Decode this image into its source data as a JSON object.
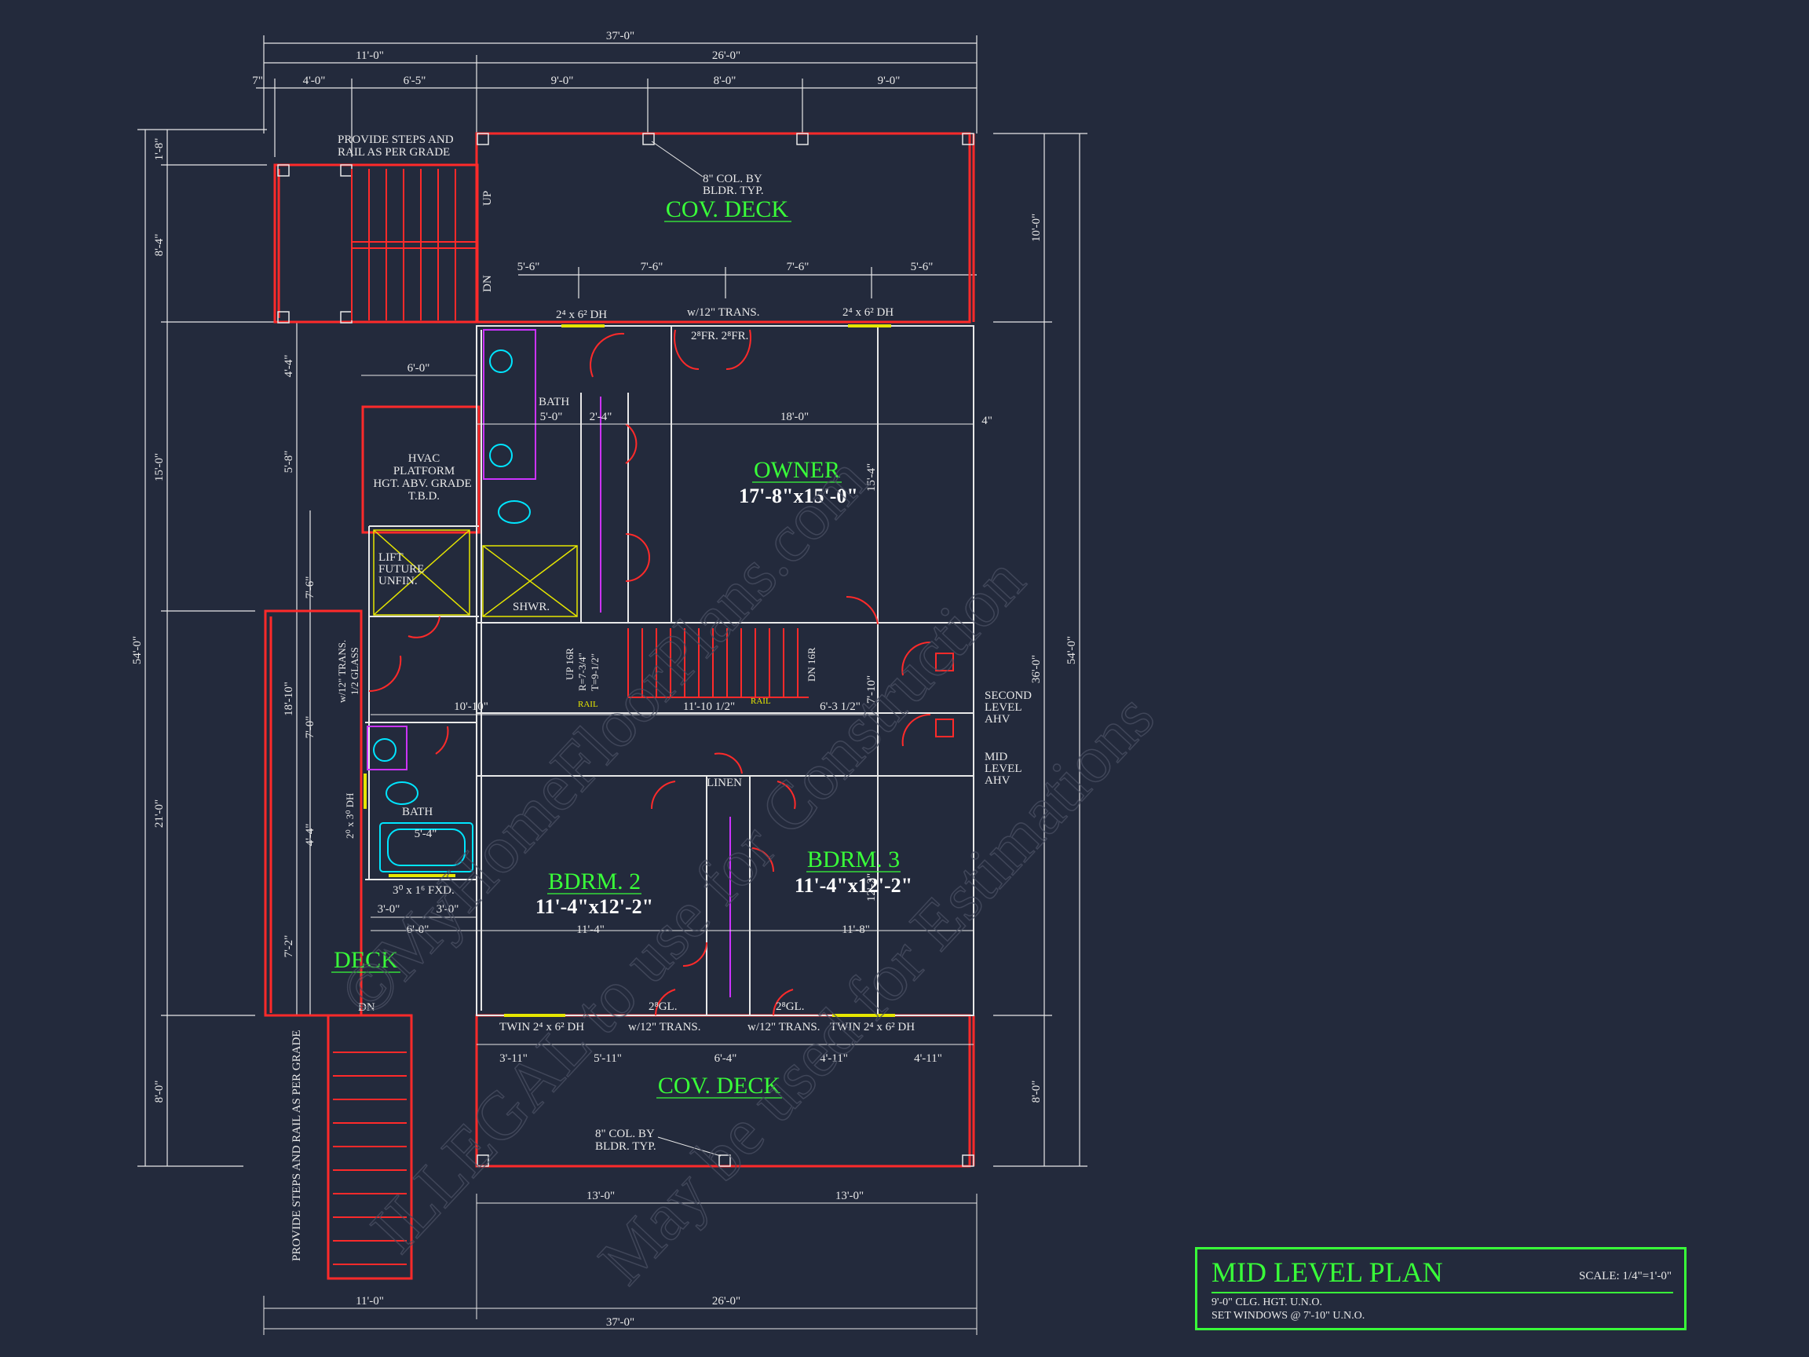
{
  "title_block": {
    "title": "MID LEVEL PLAN",
    "scale": "SCALE: 1/4\"=1'-0\"",
    "note1": "9'-0\" CLG. HGT. U.N.O.",
    "note2": "SET WINDOWS @ 7'-10\" U.N.O."
  },
  "rooms": {
    "cov_deck_top": "COV. DECK",
    "cov_deck_bottom": "COV. DECK",
    "owner": "OWNER",
    "owner_size": "17'-8\"x15'-0\"",
    "bdrm2": "BDRM. 2",
    "bdrm2_size": "11'-4\"x12'-2\"",
    "bdrm3": "BDRM. 3",
    "bdrm3_size": "11'-4\"x12'-2\"",
    "deck": "DECK",
    "bath_top": "BATH",
    "bath_bottom": "BATH",
    "shwr": "SHWR.",
    "linen": "LINEN"
  },
  "notes": {
    "steps_top_1": "PROVIDE STEPS AND",
    "steps_top_2": "RAIL AS PER GRADE",
    "col_top_1": "8\" COL. BY",
    "col_top_2": "BLDR. TYP.",
    "col_bot_1": "8\" COL. BY",
    "col_bot_2": "BLDR. TYP.",
    "hvac_1": "HVAC",
    "hvac_2": "PLATFORM",
    "hvac_3": "HGT. ABV. GRADE",
    "hvac_4": "T.B.D.",
    "lift_1": "LIFT",
    "lift_2": "FUTURE",
    "lift_3": "UNFIN.",
    "up": "UP",
    "dn": "DN",
    "dn_deck": "DN",
    "second_ahv_1": "SECOND",
    "second_ahv_2": "LEVEL",
    "second_ahv_3": "AHV",
    "mid_ahv_1": "MID",
    "mid_ahv_2": "LEVEL",
    "mid_ahv_3": "AHV",
    "win_top_left": "2⁴ x 6² DH",
    "win_top_right": "2⁴ x 6² DH",
    "win_trans_top": "w/12\" TRANS.",
    "fr_doors": "2⁸FR.  2⁸FR.",
    "win_bot_left": "TWIN 2⁴ x 6² DH",
    "win_bot_trans1": "w/12\" TRANS.",
    "win_bot_trans2": "w/12\" TRANS.",
    "win_bot_right": "TWIN 2⁴ x 6² DH",
    "gl_left": "2⁸GL.",
    "gl_right": "2⁸GL.",
    "fxd": "3⁰ x 1⁶ FXD.",
    "trans_glass_1": "w/12\" TRANS.",
    "trans_glass_2": "1/2 GLASS",
    "stair_up": "UP 16R",
    "stair_r": "R=7-3/4\"",
    "stair_t": "T=9-1/2\"",
    "stair_dn": "DN 16R",
    "rail": "RAIL",
    "rail2": "RAIL",
    "steps_bot": "PROVIDE STEPS AND RAIL AS PER GRADE",
    "dh_side": "2⁰ x 3⁰ DH"
  },
  "dims": {
    "top_overall": "37'-0\"",
    "top_11": "11'-0\"",
    "top_26": "26'-0\"",
    "top_7": "7\"",
    "top_4_0": "4'-0\"",
    "top_6_5": "6'-5\"",
    "top_9a": "9'-0\"",
    "top_8": "8'-0\"",
    "top_9b": "9'-0\"",
    "mid_5_6a": "5'-6\"",
    "mid_7_6a": "7'-6\"",
    "mid_7_6b": "7'-6\"",
    "mid_5_6b": "5'-6\"",
    "d_6_0": "6'-0\"",
    "d_18_0": "18'-0\"",
    "d_5_0": "5'-0\"",
    "d_2_4": "2'-4\"",
    "d_10_10": "10'-10\"",
    "d_11_10": "11'-10 1/2\"",
    "d_6_3": "6'-3 1/2\"",
    "d_11_4": "11'-4\"",
    "d_11_8": "11'-8\"",
    "d_3_0a": "3'-0\"",
    "d_3_0b": "3'-0\"",
    "d_6_0b": "6'-0\"",
    "d_5_4": "5'-4\"",
    "b_3_11": "3'-11\"",
    "b_5_11": "5'-11\"",
    "b_6_4": "6'-4\"",
    "b_4_11a": "4'-11\"",
    "b_4_11b": "4'-11\"",
    "b_13a": "13'-0\"",
    "b_13b": "13'-0\"",
    "bot_11": "11'-0\"",
    "bot_26": "26'-0\"",
    "bot_overall": "37'-0\"",
    "l_1_8": "1'-8\"",
    "l_8_4": "8'-4\"",
    "l_15": "15'-0\"",
    "l_54": "54'-0\"",
    "l_21": "21'-0\"",
    "l_8": "8'-0\"",
    "l_4_4": "4'-4\"",
    "l_5_8": "5'-8\"",
    "l_7_6": "7'-6\"",
    "l_18_10": "18'-10\"",
    "l_7_0": "7'-0\"",
    "l_4_4b": "4'-4\"",
    "l_7_2": "7'-2\"",
    "r_10": "10'-0\"",
    "r_36": "36'-0\"",
    "r_54": "54'-0\"",
    "r_8": "8'-0\"",
    "r_15_4": "15'-4\"",
    "r_7_10": "7'-10\"",
    "r_12": "12'-2\"",
    "r_4": "4\""
  },
  "watermark": {
    "line1": "©MyHomeFloorPlans.com",
    "line2": "ILLEGAL to use for Construction",
    "line3": "May be used for Estimations"
  },
  "colors": {
    "background": "#232a3c",
    "wall": "#ff2a2a",
    "line": "#e8e8e8",
    "room_label": "#39ff39",
    "fixture": "#00e5ff",
    "accent": "#e6e600",
    "closet": "#cc33ff"
  }
}
